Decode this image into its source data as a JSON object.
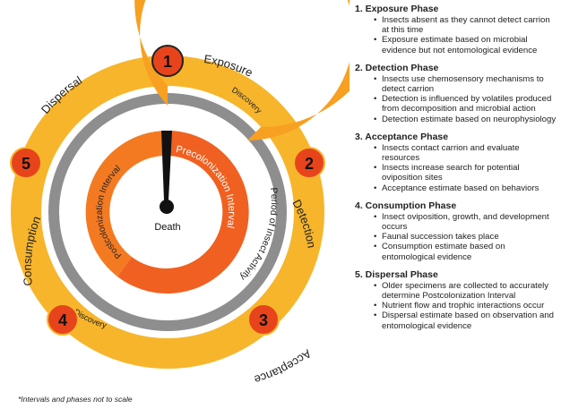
{
  "diagram": {
    "center_label": "Death",
    "outer_ring": {
      "exposure": "Exposure",
      "detection": "Detection",
      "acceptance": "Acceptance",
      "consumption": "Consumption",
      "dispersal": "Dispersal"
    },
    "grey_ring": {
      "discovery_top": "Discovery",
      "discovery_bottom": "Discovery"
    },
    "period_label": "Period of Insect Activity",
    "precolonization_label": "Precolonization Interval",
    "postcolonization_label": "Postcolonization Interval",
    "markers": [
      "1",
      "2",
      "3",
      "4",
      "5"
    ],
    "colors": {
      "outer_ring": "#F7B52B",
      "grey_ring": "#8E8E8E",
      "activity_band": "#F7A021",
      "interval_band": "#F06020",
      "marker_fill": "#E8441C",
      "hand": "#111111"
    }
  },
  "phases": [
    {
      "title": "1. Exposure Phase",
      "bullets": [
        "Insects absent as they cannot detect carrion\nat this time",
        "Exposure estimate based on microbial evidence but not entomological evidence"
      ]
    },
    {
      "title": "2. Detection Phase",
      "bullets": [
        "Insects use chemosensory mechanisms to detect carrion",
        "Detection is influenced by volatiles produced from decomposition and microbial action",
        "Detection estimate based on neurophysiology"
      ]
    },
    {
      "title": "3. Acceptance Phase",
      "bullets": [
        "Insects contact carrion and evaluate resources",
        "Insects increase search for potential oviposition sites",
        "Acceptance estimate based on behaviors"
      ]
    },
    {
      "title": "4. Consumption Phase",
      "bullets": [
        "Insect oviposition, growth, and development occurs",
        "Faunal succession takes place",
        "Consumption estimate based on entomological evidence"
      ]
    },
    {
      "title": "5. Dispersal Phase",
      "bullets": [
        "Older specimens are collected to accurately determine Postcolonization Interval",
        "Nutrient flow and trophic interactions occur",
        "Dispersal estimate based on observation and entomological evidence"
      ]
    }
  ],
  "footnote": "*Intervals and phases not to scale"
}
